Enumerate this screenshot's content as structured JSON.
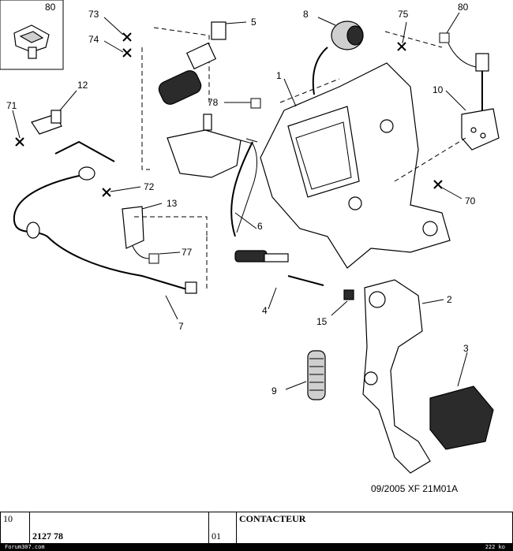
{
  "diagram": {
    "callouts": {
      "c1": "1",
      "c2": "2",
      "c3": "3",
      "c4": "4",
      "c5": "5",
      "c6": "6",
      "c7": "7",
      "c8": "8",
      "c9": "9",
      "c10": "10",
      "c12": "12",
      "c13": "13",
      "c15": "15",
      "c70": "70",
      "c71": "71",
      "c72": "72",
      "c73": "73",
      "c74": "74",
      "c75": "75",
      "c77": "77",
      "c78": "78",
      "c80a": "80",
      "c80b": "80"
    },
    "reference": "09/2005  XF 21M01A"
  },
  "parts_row": {
    "ref_no": "10",
    "part_number": "2127 78",
    "quantity": "01",
    "designation": "CONTACTEUR"
  },
  "footer": {
    "site": "Forum307.com",
    "size": "222 ko"
  }
}
